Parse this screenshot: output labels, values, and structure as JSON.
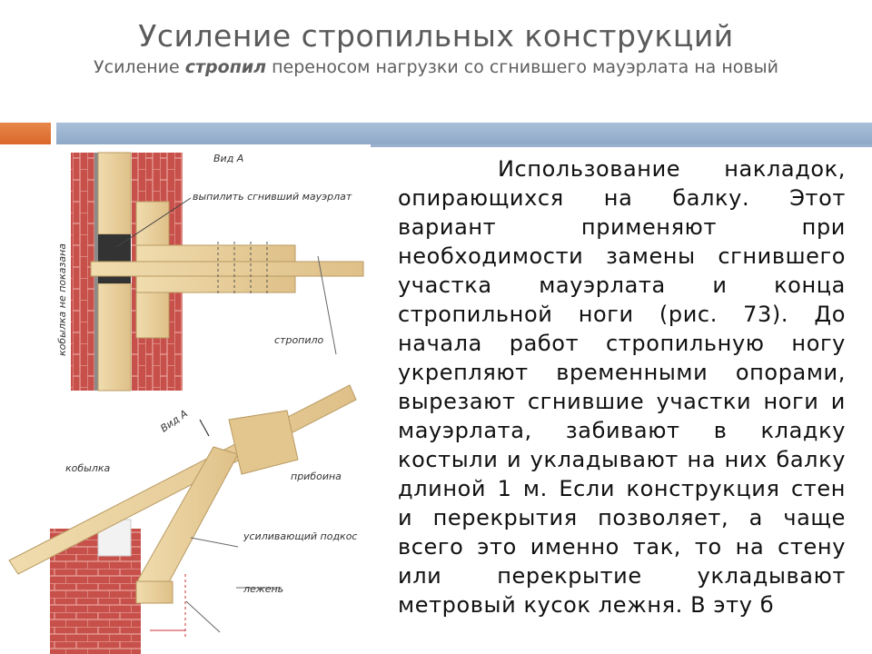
{
  "header": {
    "title": "Усиление стропильных конструкций",
    "subtitle_prefix": "Усиление ",
    "subtitle_emph": "стропил",
    "subtitle_suffix": " переносом нагрузки со сгнившего мауэрлата на новый"
  },
  "body": {
    "paragraph": "Использование накладок, опирающихся на балку. Этот вариант применяют при необходимости замены сгнившего участка мауэрлата и конца стропильной ноги (рис. 73). До начала работ стропильную ногу укрепляют временными опорами, вырезают сгнившие участки ноги и мауэрлата, забивают в кладку костыли и укладывают на них балку длиной 1 м. Если конструкция стен и перекрытия позволяет, а чаще всего это именно так, то на стену или перекрытие укладывают метровый кусок лежня. В эту б"
  },
  "figure": {
    "label_vid_a_top": "Вид А",
    "label_cut": "выпилить сгнивший мауэрлат",
    "label_kobylka_note": "кобылка не показана",
    "label_stropilo": "стропило",
    "label_vid_a": "Вид А",
    "label_kobylka": "кобылка",
    "label_pribojna": "прибоина",
    "label_podkos": "усиливающий подкос",
    "label_lezhen": "лежень"
  },
  "colors": {
    "title": "#5a5a5a",
    "accent_orange": "#e07a3a",
    "accent_blue": "#9bb1cd",
    "brick": "#c8504a",
    "wood": "#e9cf9c"
  }
}
